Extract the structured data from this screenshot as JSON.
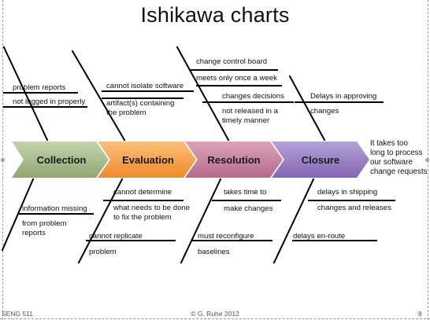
{
  "title": "Ishikawa charts",
  "stages": [
    {
      "name": "Collection",
      "color_top": "#c4d4ad",
      "color_bottom": "#8fa772"
    },
    {
      "name": "Evaluation",
      "color_top": "#fcc07a",
      "color_bottom": "#ef8a2c"
    },
    {
      "name": "Resolution",
      "color_top": "#dca3ba",
      "color_bottom": "#b46a8c"
    },
    {
      "name": "Closure",
      "color_top": "#b4a2d6",
      "color_bottom": "#8465b4"
    }
  ],
  "effect": {
    "lines": [
      "It takes too",
      "long to process",
      "our software",
      "change requests"
    ]
  },
  "causes": {
    "collection_top_1": "problem reports",
    "collection_top_2": "not logged in properly",
    "evaluation_top_1": "cannot isolate software",
    "evaluation_top_2": "artifact(s) containing",
    "evaluation_top_3": "the problem",
    "resolution_top_1": "change control board",
    "resolution_top_2": "meets only once a week",
    "resolution_top_3": "changes decisions",
    "resolution_top_4": "not released in a",
    "resolution_top_5": "timely manner",
    "closure_top_1": "Delays in approving",
    "closure_top_2": "changes",
    "collection_bottom_1": "information missing",
    "collection_bottom_2": "from problem",
    "collection_bottom_3": "reports",
    "evaluation_bottom_1": "cannot determine",
    "evaluation_bottom_2": "what needs to be done",
    "evaluation_bottom_3": "to fix the problem",
    "evaluation_bottom_4": "cannot replicate",
    "evaluation_bottom_5": "problem",
    "resolution_bottom_1": "takes time to",
    "resolution_bottom_2": "make changes",
    "resolution_bottom_3": "must reconfigure",
    "resolution_bottom_4": "baselines",
    "closure_bottom_1": "delays in shipping",
    "closure_bottom_2": "changes and releases",
    "closure_bottom_3": "delays en-route"
  },
  "footer": {
    "left": "SENG 511",
    "center": "© G. Ruhe 2012",
    "right": "8"
  }
}
